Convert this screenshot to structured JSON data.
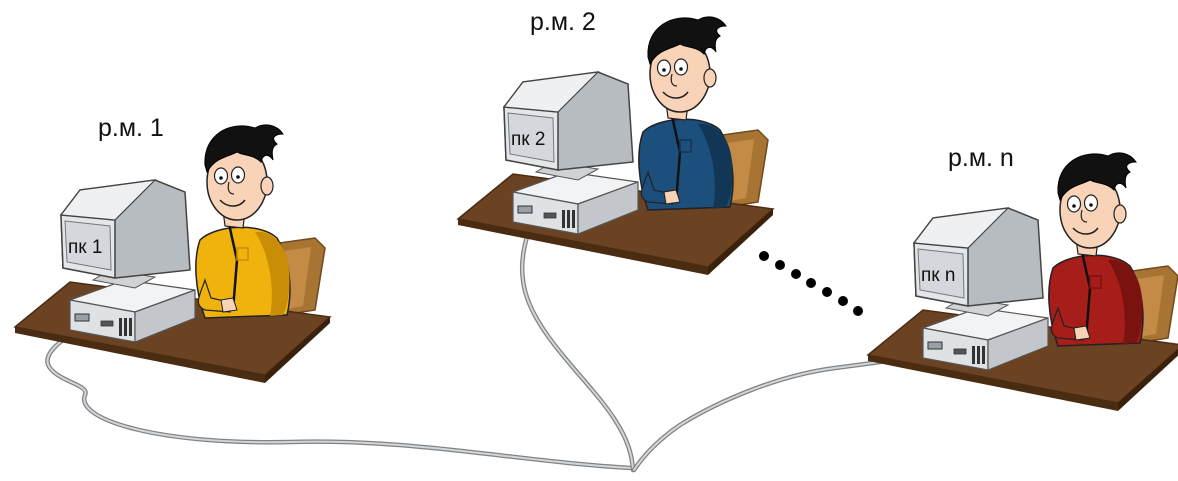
{
  "workstations": [
    {
      "label": "р.м. 1",
      "pc_label": "пк 1",
      "shirt_color": "#f0b20c",
      "shirt_shadow": "#c98d06"
    },
    {
      "label": "р.м. 2",
      "pc_label": "пк 2",
      "shirt_color": "#1d4f7d",
      "shirt_shadow": "#123656"
    },
    {
      "label": "р.м. n",
      "pc_label": "пк n",
      "shirt_color": "#a61d1a",
      "shirt_shadow": "#7a1210"
    }
  ],
  "colors": {
    "desk_top": "#6b4322",
    "desk_edge": "#4a2c13",
    "chair": "#a87434",
    "skin": "#f9d3b8",
    "hair": "#111111",
    "monitor": "#e4e7ea",
    "monitor_shade": "#b7bcc1",
    "cable": "#a9adb0"
  },
  "icons": [
    "monitor-icon",
    "system-unit-icon",
    "person-icon",
    "network-cable-icon"
  ]
}
